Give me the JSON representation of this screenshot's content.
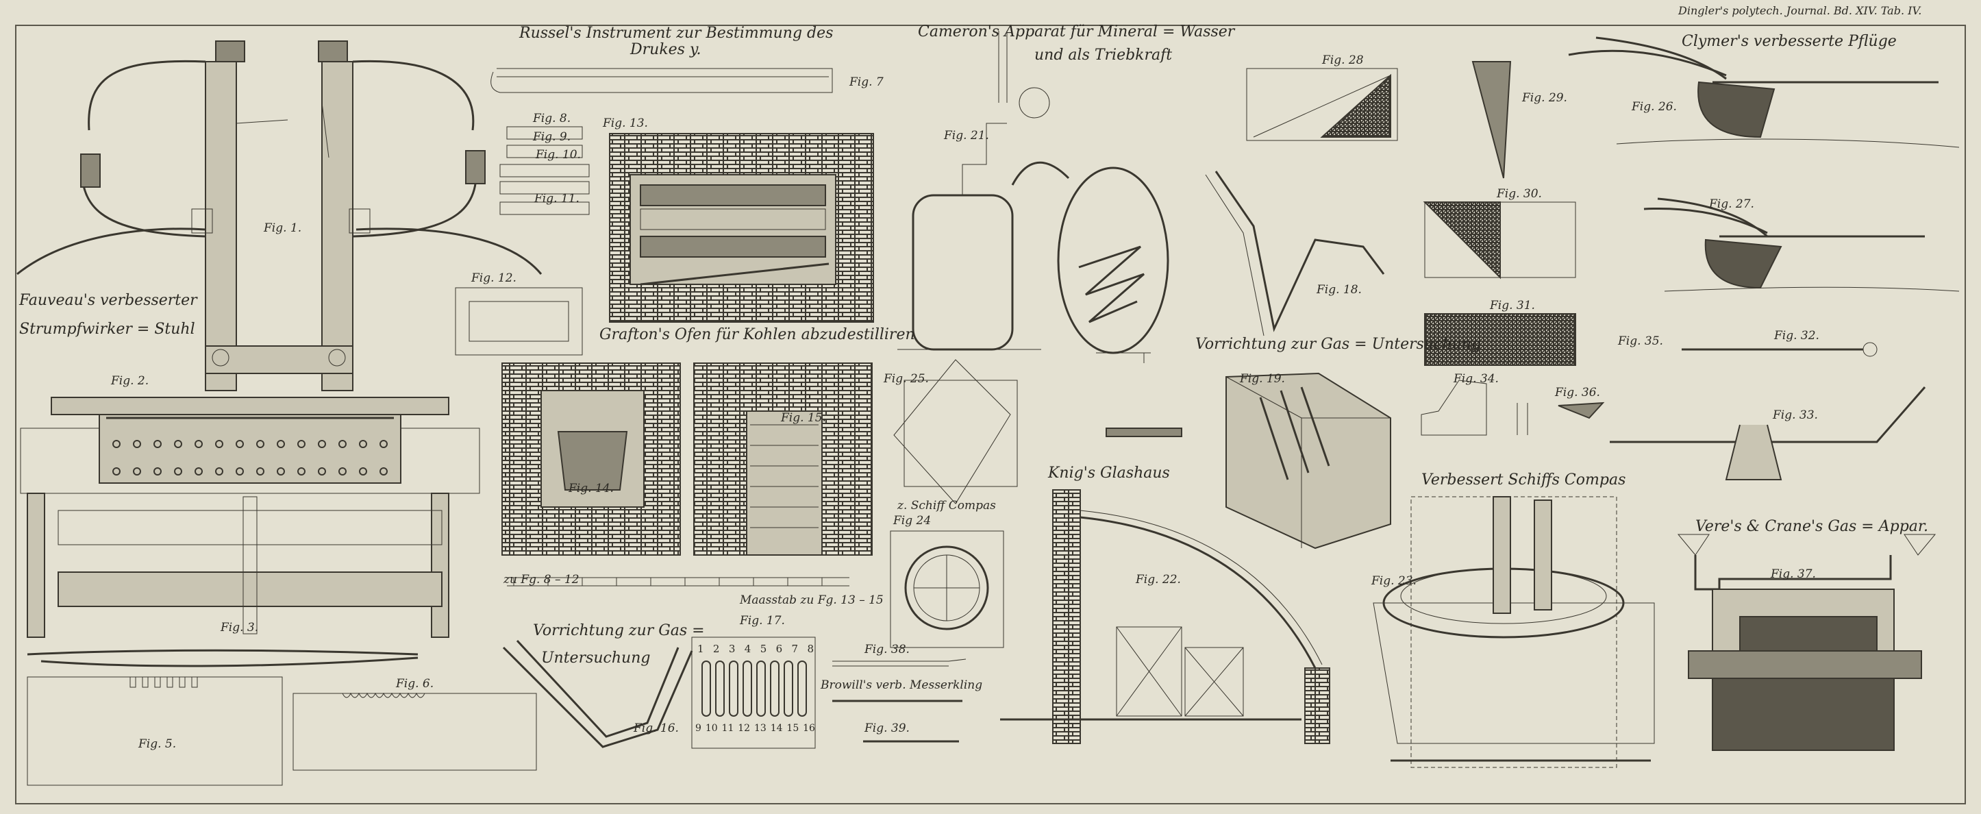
{
  "header": {
    "journal": "Dingler's polytech. Journal. Bd. XIV. Tab. IV."
  },
  "captions": {
    "fauveau_title": "Fauveau's verbesserter",
    "fauveau_title2": "Strumpfwirker = Stuhl",
    "russel_title": "Russel's Instrument zur Bestimmung des",
    "russel_title2": "Drukes y.",
    "cameron_title": "Cameron's Apparat für Mineral = Wasser",
    "cameron_title2": "und als Triebkraft",
    "grafton_title": "Grafton's Ofen für Kohlen abzudestilliren",
    "clymer_title": "Clymer's verbesserte Pflüge",
    "gas_test_title": "Vorrichtung zur Gas = Untersuchung",
    "gas_test_title_lower": "Vorrichtung zur Gas =",
    "gas_test_title_lower2": "Untersuchung",
    "knig_title": "Knig's Glashaus",
    "compass_title": "Verbessert Schiffs Compas",
    "ship_compass_small": "z. Schiff Compas",
    "vere_title": "Vere's & Crane's Gas = Appar.",
    "browill_title": "Browill's verb. Messerkling",
    "scale1": "Maasstab zu Fg. 13 – 15",
    "scale_note": "zu Fg. 8 – 12"
  },
  "figure_labels": {
    "fig1": "Fig. 1.",
    "fig2": "Fig. 2.",
    "fig3": "Fig. 3.",
    "fig5": "Fig. 5.",
    "fig6": "Fig. 6.",
    "fig7": "Fig. 7",
    "fig8": "Fig. 8.",
    "fig9": "Fig. 9.",
    "fig10": "Fig. 10.",
    "fig11": "Fig. 11.",
    "fig12": "Fig. 12.",
    "fig13": "Fig. 13.",
    "fig14": "Fig. 14.",
    "fig15": "Fig. 15.",
    "fig16": "Fig. 16.",
    "fig17": "Fig. 17.",
    "fig18": "Fig. 18.",
    "fig19": "Fig. 19.",
    "fig21": "Fig. 21.",
    "fig22": "Fig. 22.",
    "fig23": "Fig. 23.",
    "fig24": "Fig 24",
    "fig25": "Fig. 25.",
    "fig26": "Fig. 26.",
    "fig27": "Fig. 27.",
    "fig28": "Fig. 28",
    "fig29": "Fig. 29.",
    "fig30": "Fig. 30.",
    "fig31": "Fig. 31.",
    "fig32": "Fig. 32.",
    "fig33": "Fig. 33.",
    "fig34": "Fig. 34.",
    "fig35": "Fig. 35.",
    "fig36": "Fig. 36.",
    "fig37": "Fig. 37.",
    "fig38": "Fig. 38.",
    "fig39": "Fig. 39."
  },
  "fig17_numbers_top": [
    "1",
    "2",
    "3",
    "4",
    "5",
    "6",
    "7",
    "8"
  ],
  "fig17_numbers_bottom": [
    "9",
    "10",
    "11",
    "12",
    "13",
    "14",
    "15",
    "16"
  ]
}
